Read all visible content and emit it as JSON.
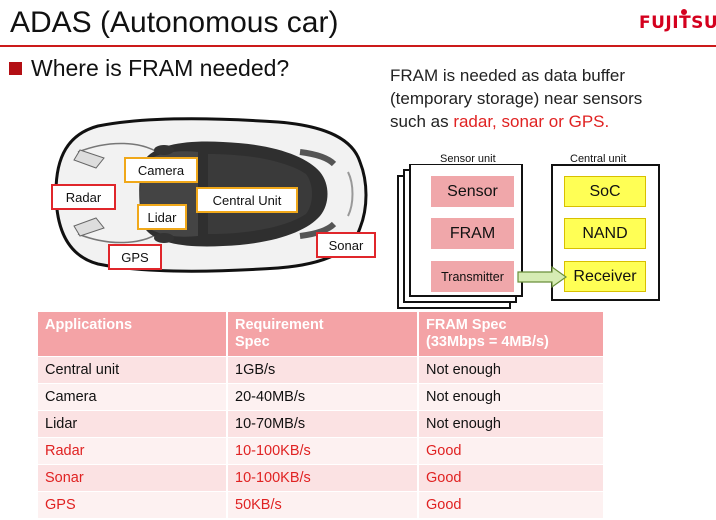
{
  "header": {
    "title": "ADAS (Autonomous car)",
    "brand": "FUJITSU"
  },
  "subtitle": "Where is FRAM needed?",
  "note": {
    "line1": "FRAM is needed as data buffer",
    "line2": "(temporary storage) near sensors",
    "line3_prefix": "such as ",
    "line3_red": "radar, sonar or GPS."
  },
  "car_labels": {
    "camera": "Camera",
    "radar": "Radar",
    "lidar": "Lidar",
    "central_unit": "Central Unit",
    "gps": "GPS",
    "sonar": "Sonar"
  },
  "diagram": {
    "sensor_unit": {
      "label": "Sensor unit",
      "blocks": [
        "Sensor",
        "FRAM",
        "Transmitter"
      ]
    },
    "central_unit": {
      "label": "Central unit",
      "blocks": [
        "SoC",
        "NAND",
        "Receiver"
      ]
    }
  },
  "table": {
    "headers": [
      {
        "line1": "Applications",
        "line2": ""
      },
      {
        "line1": "Requirement",
        "line2": "Spec"
      },
      {
        "line1": "FRAM Spec",
        "line2": "(33Mbps = 4MB/s)"
      }
    ],
    "rows": [
      {
        "app": "Central unit",
        "req": "1GB/s",
        "fram": "Not enough",
        "good": false
      },
      {
        "app": "Camera",
        "req": "20-40MB/s",
        "fram": "Not enough",
        "good": false
      },
      {
        "app": "Lidar",
        "req": "10-70MB/s",
        "fram": "Not enough",
        "good": false
      },
      {
        "app": "Radar",
        "req": "10-100KB/s",
        "fram": "Good",
        "good": true
      },
      {
        "app": "Sonar",
        "req": "10-100KB/s",
        "fram": "Good",
        "good": true
      },
      {
        "app": "GPS",
        "req": "50KB/s",
        "fram": "Good",
        "good": true
      }
    ]
  },
  "colors": {
    "accent_red": "#e02222",
    "header_pink": "#f4a3a6",
    "block_pink": "#f0a7aa",
    "block_yellow": "#ffff55"
  }
}
